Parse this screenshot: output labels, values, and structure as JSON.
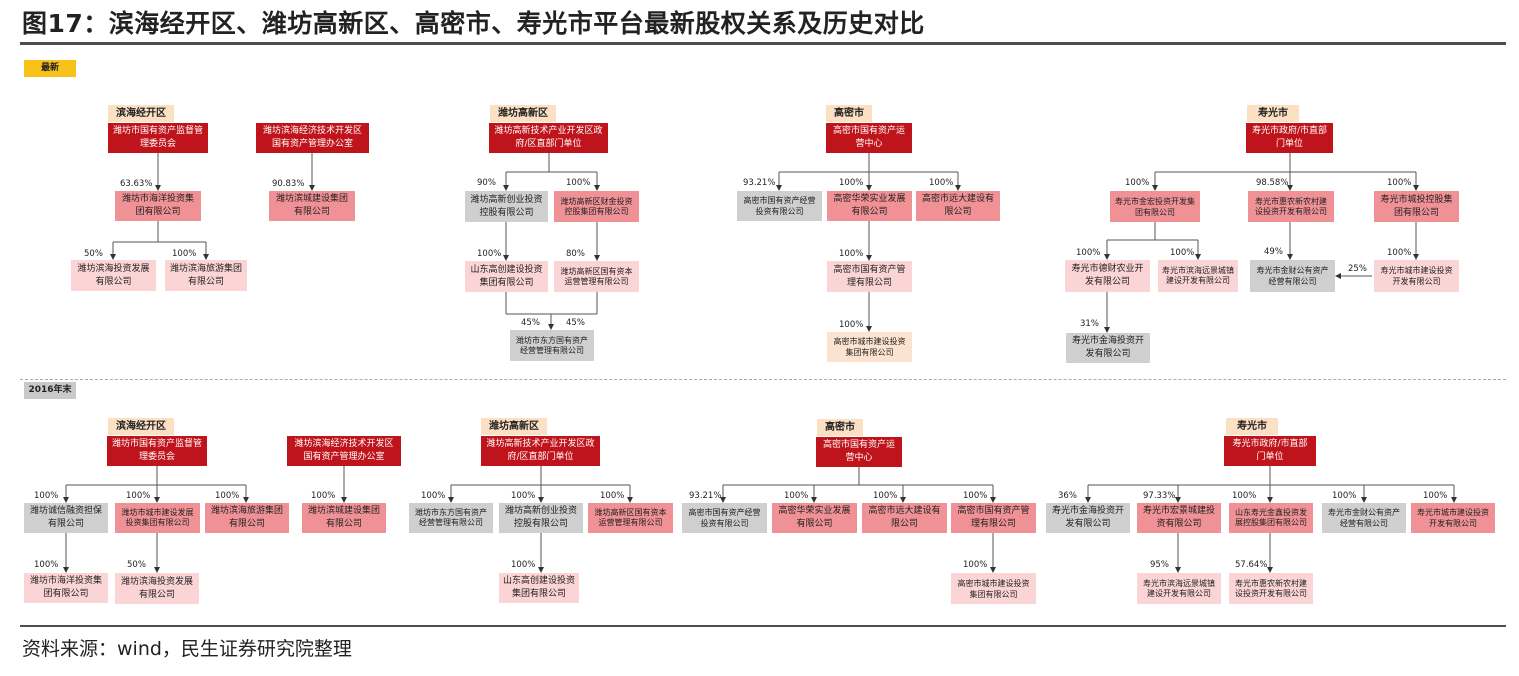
{
  "title": "图17：滨海经开区、潍坊高新区、高密市、寿光市平台最新股权关系及历史对比",
  "source": "资料来源：wind，民生证券研究院整理",
  "sections": {
    "latest": "最新",
    "y2016": "2016年末"
  },
  "colors": {
    "dark_red": "#c0141c",
    "mid_red": "#f09196",
    "light_pink": "#fbd4d6",
    "grey": "#cfcfcf",
    "peach": "#fbe3d0",
    "tag_yellow": "#f9c21b"
  },
  "latest": {
    "binhai": {
      "region": "滨海经开区",
      "root": "潍坊市国有资产监督管理委员会",
      "office": "潍坊滨海经济技术开发区国有资产管理办公室",
      "c1": "潍坊市海洋投资集团有限公司",
      "c1_pct": "63.63%",
      "c2": "潍坊滨城建设集团有限公司",
      "c2_pct": "90.83%",
      "g1": "潍坊滨海投资发展有限公司",
      "g1_pct": "50%",
      "g2": "潍坊滨海旅游集团有限公司",
      "g2_pct": "100%"
    },
    "gaoxin": {
      "region": "潍坊高新区",
      "root": "潍坊高新技术产业开发区政府/区直部门单位",
      "c1": "潍坊高新创业投资控股有限公司",
      "c1_pct": "90%",
      "c2": "潍坊高新区财金投资控股集团有限公司",
      "c2_pct": "100%",
      "g1": "山东高创建设投资集团有限公司",
      "g1_pct": "100%",
      "g2": "潍坊高新区国有资本运营管理有限公司",
      "g2_pct": "80%",
      "gg": "潍坊市东方国有资产经营管理有限公司",
      "gg_pct1": "45%",
      "gg_pct2": "45%"
    },
    "gaomi": {
      "region": "高密市",
      "root": "高密市国有资产运营中心",
      "c1": "高密市国有资产经营投资有限公司",
      "c1_pct": "93.21%",
      "c2": "高密华荣实业发展有限公司",
      "c2_pct": "100%",
      "c3": "高密市远大建设有限公司",
      "c3_pct": "100%",
      "g1": "高密市国有资产管理有限公司",
      "g1_pct": "100%",
      "gg": "高密市城市建设投资集团有限公司",
      "gg_pct": "100%"
    },
    "shouguang": {
      "region": "寿光市",
      "root": "寿光市政府/市直部门单位",
      "c1": "寿光市金宏投资开发集团有限公司",
      "c1_pct": "100%",
      "c2": "寿光市惠农新农村建设投资开发有限公司",
      "c2_pct": "98.58%",
      "c3": "寿光市城投控股集团有限公司",
      "c3_pct": "100%",
      "g1": "寿光市德财农业开发有限公司",
      "g1_pct": "100%",
      "g2": "寿光市滨海远景城镇建设开发有限公司",
      "g2_pct": "100%",
      "g3": "寿光市金财公有资产经营有限公司",
      "g3_pct": "49%",
      "g4": "寿光市城市建设投资开发有限公司",
      "g4_pct": "100%",
      "g4_to_g3_pct": "25%",
      "gg": "寿光市金海投资开发有限公司",
      "gg_pct": "31%"
    }
  },
  "y2016": {
    "binhai": {
      "region": "滨海经开区",
      "root": "潍坊市国有资产监督管理委员会",
      "office": "潍坊滨海经济技术开发区国有资产管理办公室",
      "c1": "潍坊诚信融资担保有限公司",
      "c1_pct": "100%",
      "c2": "潍坊市城市建设发展投资集团有限公司",
      "c2_pct": "100%",
      "c3": "潍坊滨海旅游集团有限公司",
      "c3_pct": "100%",
      "c4": "潍坊滨城建设集团有限公司",
      "c4_pct": "100%",
      "g1": "潍坊市海洋投资集团有限公司",
      "g1_pct": "100%",
      "g2": "潍坊滨海投资发展有限公司",
      "g2_pct": "50%"
    },
    "gaoxin": {
      "region": "潍坊高新区",
      "root": "潍坊高新技术产业开发区政府/区直部门单位",
      "c1": "潍坊市东方国有资产经营管理有限公司",
      "c1_pct": "100%",
      "c2": "潍坊高新创业投资控股有限公司",
      "c2_pct": "100%",
      "c3": "潍坊高新区国有资本运营管理有限公司",
      "c3_pct": "100%",
      "g1": "山东高创建设投资集团有限公司",
      "g1_pct": "100%"
    },
    "gaomi": {
      "region": "高密市",
      "root": "高密市国有资产运营中心",
      "c1": "高密市国有资产经营投资有限公司",
      "c1_pct": "93.21%",
      "c2": "高密华荣实业发展有限公司",
      "c2_pct": "100%",
      "c3": "高密市远大建设有限公司",
      "c3_pct": "100%",
      "c4": "高密市国有资产管理有限公司",
      "c4_pct": "100%",
      "g1": "高密市城市建设投资集团有限公司",
      "g1_pct": "100%"
    },
    "shouguang": {
      "region": "寿光市",
      "root": "寿光市政府/市直部门单位",
      "c1": "寿光市金海投资开发有限公司",
      "c1_pct": "36%",
      "c2": "寿光市宏景城建投资有限公司",
      "c2_pct": "97.33%",
      "c3": "山东寿光金鑫投资发展控股集团有限公司",
      "c3_pct": "100%",
      "c4": "寿光市金财公有资产经营有限公司",
      "c4_pct": "100%",
      "c5": "寿光市城市建设投资开发有限公司",
      "c5_pct": "100%",
      "g1": "寿光市滨海远景城镇建设开发有限公司",
      "g1_pct": "95%",
      "g2": "寿光市惠农新农村建设投资开发有限公司",
      "g2_pct": "57.64%"
    }
  }
}
